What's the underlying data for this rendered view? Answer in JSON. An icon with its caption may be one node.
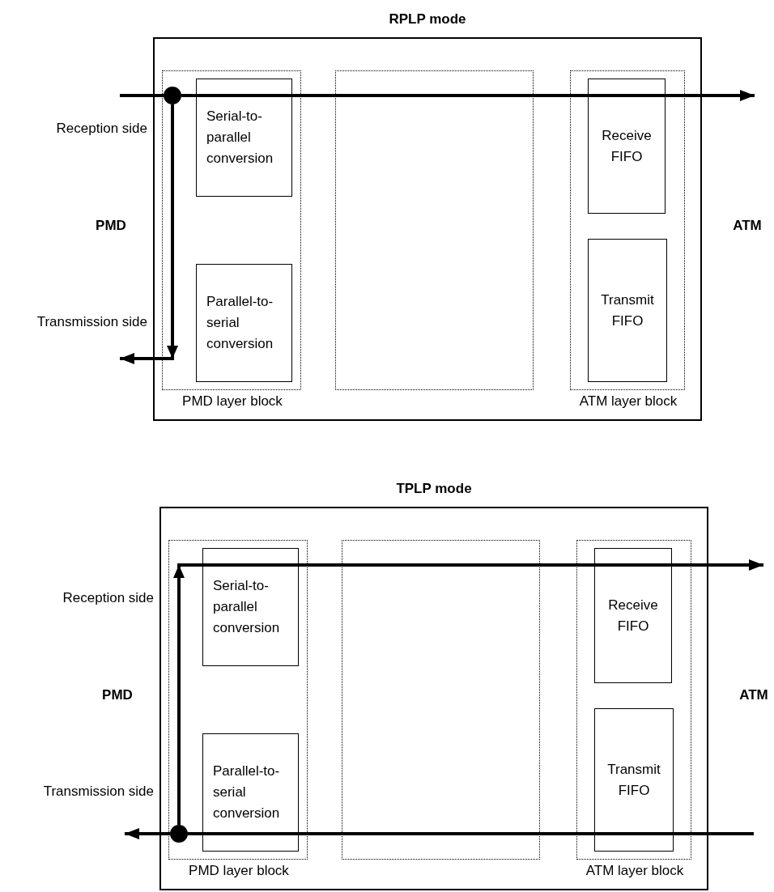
{
  "diagram": {
    "nodes": [
      {
        "text": [
          "RPLP mode"
        ]
      },
      {
        "text": [
          "PMD layer block"
        ],
        "in": 0
      },
      {
        "text": [
          "Serial-to-parallel conversion"
        ],
        "in": 1
      },
      {
        "text": [
          "Parallel-to-serial conversion"
        ],
        "in": 1
      },
      {
        "text": [],
        "shape": "box",
        "in": 0
      },
      {
        "text": [
          "ATM layer block"
        ],
        "in": 0
      },
      {
        "text": [
          "Receive FIFO"
        ],
        "in": 5
      },
      {
        "text": [
          "Transmit FIFO"
        ],
        "in": 5
      },
      {
        "text": [],
        "shape": "circle",
        "in": 1
      },
      {
        "text": [
          "TPLP mode"
        ]
      },
      {
        "text": [
          "PMD layer block"
        ],
        "in": 9
      },
      {
        "text": [
          "Serial-to-parallel conversion"
        ],
        "in": 10
      },
      {
        "text": [
          "Parallel-to-serial conversion"
        ],
        "in": 10
      },
      {
        "text": [],
        "shape": "box",
        "in": 9
      },
      {
        "text": [
          "ATM layer block"
        ],
        "in": 9
      },
      {
        "text": [
          "Receive FIFO"
        ],
        "in": 14
      },
      {
        "text": [
          "Transmit FIFO"
        ],
        "in": 14
      },
      {
        "text": [],
        "shape": "circle",
        "in": 10
      }
    ],
    "edges": [
      {
        "from": null,
        "to": 8,
        "arrow": "none"
      },
      {
        "from": 8,
        "to": null,
        "arrow": "to"
      },
      {
        "from": 8,
        "to": null,
        "arrow": "to"
      },
      {
        "from": null,
        "to": 17,
        "arrow": "none"
      },
      {
        "from": 17,
        "to": null,
        "arrow": "to"
      },
      {
        "from": 17,
        "to": null,
        "arrow": "to"
      }
    ],
    "labels": [
      "Reception side",
      "PMD",
      "ATM",
      "Transmission side",
      "Reception side",
      "PMD",
      "ATM",
      "Transmission side"
    ]
  }
}
